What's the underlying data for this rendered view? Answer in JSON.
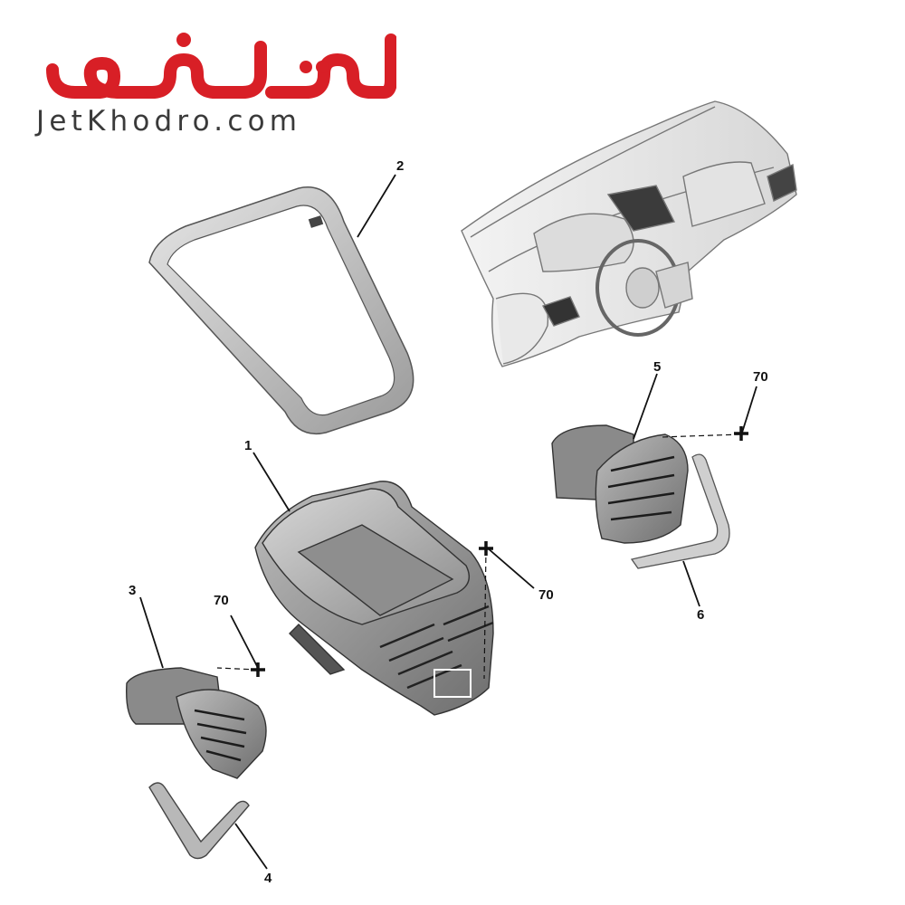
{
  "brand": {
    "name_fa": "جت‌خودرو",
    "website": "JetKhodro.com",
    "color": "#d81f26"
  },
  "callouts": [
    {
      "id": "1",
      "label": "1"
    },
    {
      "id": "2",
      "label": "2"
    },
    {
      "id": "3",
      "label": "3"
    },
    {
      "id": "4",
      "label": "4"
    },
    {
      "id": "5",
      "label": "5"
    },
    {
      "id": "6",
      "label": "6"
    },
    {
      "id": "70a",
      "label": "70"
    },
    {
      "id": "70b",
      "label": "70"
    },
    {
      "id": "70c",
      "label": "70"
    }
  ]
}
